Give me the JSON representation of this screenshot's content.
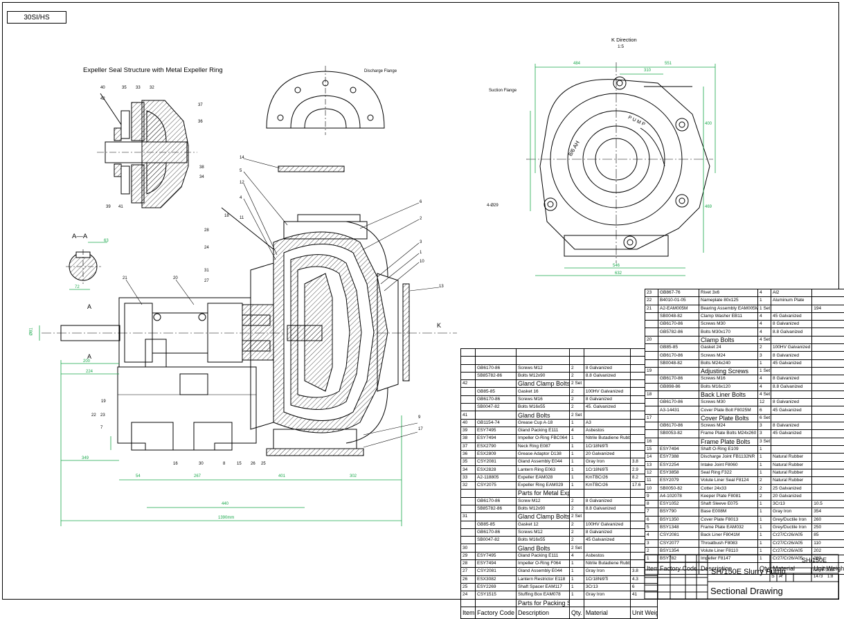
{
  "header": {
    "drawing_id": "30SI/HS"
  },
  "titles": {
    "expeller": "Expeller Seal Structure with Metal Expeller Ring",
    "section_aa": "A—A",
    "k_direction": "K Direction",
    "k_scale": "1:5",
    "discharge_flange": "Discharge Flange",
    "suction_flange": "Suction Flange",
    "pump_text": "PUMP",
    "model_text": "8/6 AH",
    "holes": "4-Ø29",
    "arrow_k": "K",
    "arrow_a": "A"
  },
  "dims": {
    "d_484": "484",
    "d_551": "551",
    "d_310": "310",
    "d_400": "400",
    "d_469": "469",
    "d_546": "546",
    "d_632": "632",
    "d_200": "200",
    "d_224": "224",
    "d_63": "63",
    "d_72": "72",
    "d_349": "349",
    "d_54": "54",
    "d_267": "267",
    "d_401": "401",
    "d_302": "302",
    "d_440": "440",
    "d_1390": "1390mm",
    "d_ohd": "Ø81"
  },
  "balloons": [
    "14",
    "5",
    "12",
    "4",
    "18",
    "11",
    "6",
    "2",
    "3",
    "1",
    "10",
    "13",
    "28",
    "24",
    "31",
    "27",
    "20",
    "21",
    "19",
    "22",
    "23",
    "7",
    "16",
    "30",
    "8",
    "15",
    "26",
    "25",
    "9",
    "17",
    "40",
    "42",
    "35",
    "33",
    "32",
    "37",
    "36",
    "38",
    "34",
    "39",
    "41"
  ],
  "table_right": {
    "rows": [
      [
        "23",
        "GB867-76",
        "Rivet 3x6",
        "4",
        "Al2",
        ""
      ],
      [
        "22",
        "B4010-01-05",
        "Nameplate 80x125",
        "1",
        "Aluminum Plate",
        ""
      ],
      [
        "21",
        "A2-EAM005M",
        "Bearing Assembly EAM005M",
        "1 Set",
        "",
        "194"
      ],
      [
        "",
        "SB0048-82",
        "Clamp Washer EB11",
        "4",
        "45 Galvanized",
        ""
      ],
      [
        "",
        "GB6170-86",
        "Screws M30",
        "4",
        "8 Galvanized",
        ""
      ],
      [
        "",
        "GB5782-86",
        "Bolts M30x170",
        "4",
        "8.8 Galvanized",
        ""
      ],
      [
        "20",
        "",
        "Clamp Bolts",
        "4 Set",
        "",
        ""
      ],
      [
        "",
        "GB85-85",
        "Gasket 24",
        "2",
        "100HV Galvanized",
        ""
      ],
      [
        "",
        "GB6170-86",
        "Screws M24",
        "3",
        "8 Galvanized",
        ""
      ],
      [
        "",
        "SB0048-82",
        "Bolts M24x240",
        "1",
        "45 Galvanized",
        ""
      ],
      [
        "19",
        "",
        "Adjusting Screws",
        "1 Set",
        "",
        ""
      ],
      [
        "",
        "GB6170-86",
        "Screws M16",
        "4",
        "8 Galvanized",
        ""
      ],
      [
        "",
        "GB898-86",
        "Bolts M16x120",
        "4",
        "8.8 Galvanized",
        ""
      ],
      [
        "18",
        "",
        "Back Liner Bolts",
        "4 Set",
        "",
        ""
      ],
      [
        "",
        "GB6170-86",
        "Screws M30",
        "12",
        "8 Galvanized",
        ""
      ],
      [
        "",
        "A3-14431",
        "Cover Plate Bolt F8025M",
        "6",
        "45 Galvanized",
        ""
      ],
      [
        "17",
        "",
        "Cover Plate Bolts",
        "6 Set",
        "",
        ""
      ],
      [
        "",
        "GB6170-86",
        "Screws M24",
        "3",
        "8 Galvanized",
        ""
      ],
      [
        "",
        "SB0053-82",
        "Frame Plate Bolts M24x260",
        "3",
        "45 Galvanized",
        ""
      ],
      [
        "16",
        "",
        "Frame Plate Bolts",
        "3 Set",
        "",
        ""
      ],
      [
        "15",
        "ESY7494",
        "Shaft O-Ring E109",
        "1",
        "",
        ""
      ],
      [
        "14",
        "ESY7388",
        "Discharge Joint FB1132NR",
        "1",
        "Natural Rubber",
        ""
      ],
      [
        "13",
        "ESY2254",
        "Intake Joint F8060",
        "1",
        "Natural Rubber",
        ""
      ],
      [
        "12",
        "ESY3858",
        "Seal Ring F322",
        "1",
        "Natural Rubber",
        ""
      ],
      [
        "11",
        "ESY2079",
        "Volute Liner Seal F8124",
        "2",
        "Natural Rubber",
        ""
      ],
      [
        "10",
        "SB0050-82",
        "Cotter 24x33",
        "2",
        "25 Galvanized",
        ""
      ],
      [
        "9",
        "A4-102078",
        "Keeper Plate F8081",
        "2",
        "20 Galvanized",
        ""
      ],
      [
        "8",
        "ESY1052",
        "Shaft Sleeve E075",
        "1",
        "3Cr13",
        "10.5"
      ],
      [
        "7",
        "BSY790",
        "Base E008M",
        "1",
        "Gray Iron",
        "354"
      ],
      [
        "6",
        "BSY1350",
        "Cover Plate F8013",
        "1",
        "Grey/Ductile Iron",
        "260"
      ],
      [
        "5",
        "BSY1348",
        "Frame Plate EAM032",
        "1",
        "Grey/Ductile Iron",
        "250"
      ],
      [
        "4",
        "CSY2081",
        "Back Liner F8041M",
        "1",
        "Cr27/Cr26/A05",
        "85"
      ],
      [
        "3",
        "CSY2077",
        "Throatbush F8083",
        "1",
        "Cr27/Cr26/A05",
        "110"
      ],
      [
        "2",
        "BSY1354",
        "Volute Liner F8110",
        "1",
        "Cr27/Cr26/A05",
        "202"
      ],
      [
        "1",
        "BSY782",
        "Impeller F8147",
        "1",
        "Cr27/Cr26/A05",
        "280"
      ]
    ],
    "headers": [
      "Item",
      "Factory Code",
      "Description",
      "Qty.",
      "Material",
      "Unit Weight"
    ]
  },
  "table_left": {
    "rows": [
      [
        "",
        "",
        "",
        "",
        "",
        ""
      ],
      [
        "",
        "",
        "",
        "",
        "",
        ""
      ],
      [
        "",
        "GB6170-86",
        "Screws M12",
        "2",
        "8 Galvanized",
        ""
      ],
      [
        "",
        "SB85782-86",
        "Bolts M12x90",
        "2",
        "8.8 Galvanized",
        ""
      ],
      [
        "42",
        "",
        "Gland Clamp Bolts",
        "2 Set",
        "",
        ""
      ],
      [
        "",
        "GB85-85",
        "Gasket 16",
        "2",
        "100HV Galvanized",
        ""
      ],
      [
        "",
        "GB6170-86",
        "Screws M16",
        "2",
        "8 Galvanized",
        ""
      ],
      [
        "",
        "SB0047-82",
        "Bolts M16x55",
        "2",
        "45. Galvanized",
        ""
      ],
      [
        "41",
        "",
        "Gland Bolts",
        "2 Set",
        "",
        ""
      ],
      [
        "40",
        "GB1154-74",
        "Grease Cup A-18",
        "1",
        "A3",
        ""
      ],
      [
        "39",
        "ESY7495",
        "Gland Packing E111",
        "4",
        "Asbestos",
        ""
      ],
      [
        "38",
        "ESY7494",
        "Impeller O-Ring FBC064",
        "1",
        "Nitrile Butadiene Rubber",
        ""
      ],
      [
        "37",
        "ESX2790",
        "Neck Ring E087",
        "1",
        "1Cr18Ni9Ti",
        ""
      ],
      [
        "36",
        "ESX2809",
        "Grease Adaptor D138",
        "1",
        "20 Galvanized",
        ""
      ],
      [
        "35",
        "CSY2081",
        "Gland Assembly E044",
        "1",
        "Gray Iron",
        "3.8"
      ],
      [
        "34",
        "ESX2828",
        "Lantern Ring E063",
        "1",
        "1Cr18Ni9Ti",
        "2.9"
      ],
      [
        "33",
        "A2-118805",
        "Expeller EAM028",
        "1",
        "KmTBCr26",
        "8.2"
      ],
      [
        "32",
        "CSY2075",
        "Expeller Ring EAM029",
        "1",
        "KmTBCr26",
        "17.6"
      ],
      [
        "",
        "",
        "Parts for Metal Expeller Seal",
        "",
        "",
        ""
      ],
      [
        "",
        "GB6170-86",
        "Screw M12",
        "2",
        "8 Galvanized",
        ""
      ],
      [
        "",
        "SB85782-86",
        "Bolts M12x90",
        "2",
        "8.8 Galvanized",
        ""
      ],
      [
        "31",
        "",
        "Gland Clamp Bolts",
        "2 Set",
        "",
        ""
      ],
      [
        "",
        "GB85-85",
        "Gasket 12",
        "2",
        "100HV Galvanized",
        ""
      ],
      [
        "",
        "GB6170-86",
        "Screws M12",
        "2",
        "8 Galvanized",
        ""
      ],
      [
        "",
        "SB0047-82",
        "Bolts M16x55",
        "2",
        "45 Galvanized",
        ""
      ],
      [
        "30",
        "",
        "Gland Bolts",
        "2 Set",
        "",
        ""
      ],
      [
        "29",
        "ESY7495",
        "Gland Packing E111",
        "4",
        "Asbestos",
        ""
      ],
      [
        "28",
        "ESY7494",
        "Impeller O-Ring F064",
        "1",
        "Nitrile Butadiene Rubber",
        ""
      ],
      [
        "27",
        "CSY2081",
        "Gland Assembly E044",
        "1",
        "Gray Iron",
        "3.8"
      ],
      [
        "26",
        "ESX3082",
        "Lantern Restrictor E118",
        "1",
        "1Cr18Ni9Ti",
        "4.3"
      ],
      [
        "25",
        "ESY2269",
        "Shaft Spacer EAM117",
        "1",
        "3Cr13",
        "6"
      ],
      [
        "24",
        "CSY1515",
        "Stuffing Box EAM078",
        "1",
        "Gray Iron",
        "41"
      ],
      [
        "",
        "",
        "Parts for Packing Seal",
        "",
        "",
        ""
      ]
    ],
    "headers": [
      "Item",
      "Factory Code",
      "Description",
      "Qty.",
      "Material",
      "Unit Weight"
    ]
  },
  "title_block": {
    "model": "SH/150E",
    "name": "SH/150E Slurry Pump",
    "drawing": "Sectional Drawing",
    "stage_s": "S",
    "stage_a": "A",
    "weight_label": "Weight",
    "scale_label": "Scale",
    "weight": "1473",
    "scale": "1:8"
  }
}
